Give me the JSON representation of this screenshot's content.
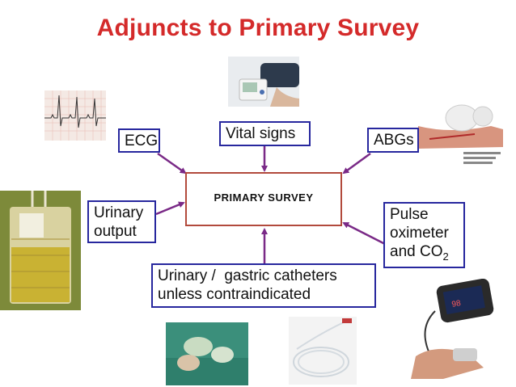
{
  "title": "Adjuncts to Primary Survey",
  "center": "PRIMARY  SURVEY",
  "boxes": {
    "ecg": "ECG",
    "vital": "Vital signs",
    "abg": "ABGs",
    "urinary_output": [
      "Urinary",
      "output"
    ],
    "pulse_oximeter": [
      "Pulse",
      "oximeter",
      "and CO",
      "2"
    ],
    "catheters": [
      "Urinary /  gastric catheters",
      "unless contraindicated"
    ]
  },
  "colors": {
    "title": "#d42a2a",
    "box_border": "#27279e",
    "center_border": "#b24a3c",
    "arrow": "#7a2a87"
  }
}
